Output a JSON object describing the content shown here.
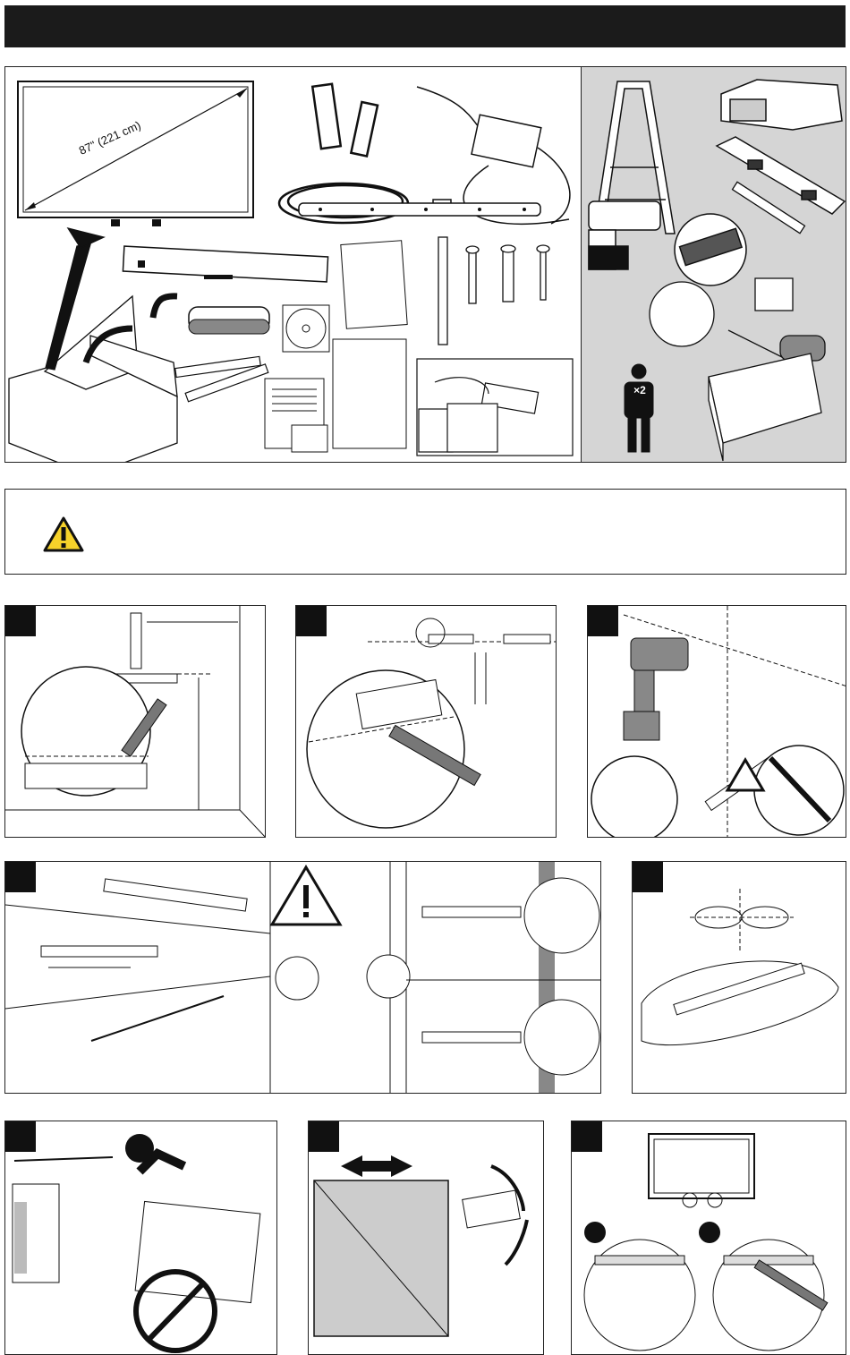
{
  "header": {
    "title": ""
  },
  "contents": {
    "screen_diagonal": "87\" (221 cm)",
    "quantity_badge": "×2"
  },
  "warning_box": {
    "text": ""
  },
  "steps": [
    {
      "id": 1
    },
    {
      "id": 2
    },
    {
      "id": 3
    },
    {
      "id": 4
    },
    {
      "id": 5
    },
    {
      "id": 6
    },
    {
      "id": 7
    },
    {
      "id": 8
    }
  ],
  "options": {
    "option_a": "",
    "option_b": ""
  }
}
